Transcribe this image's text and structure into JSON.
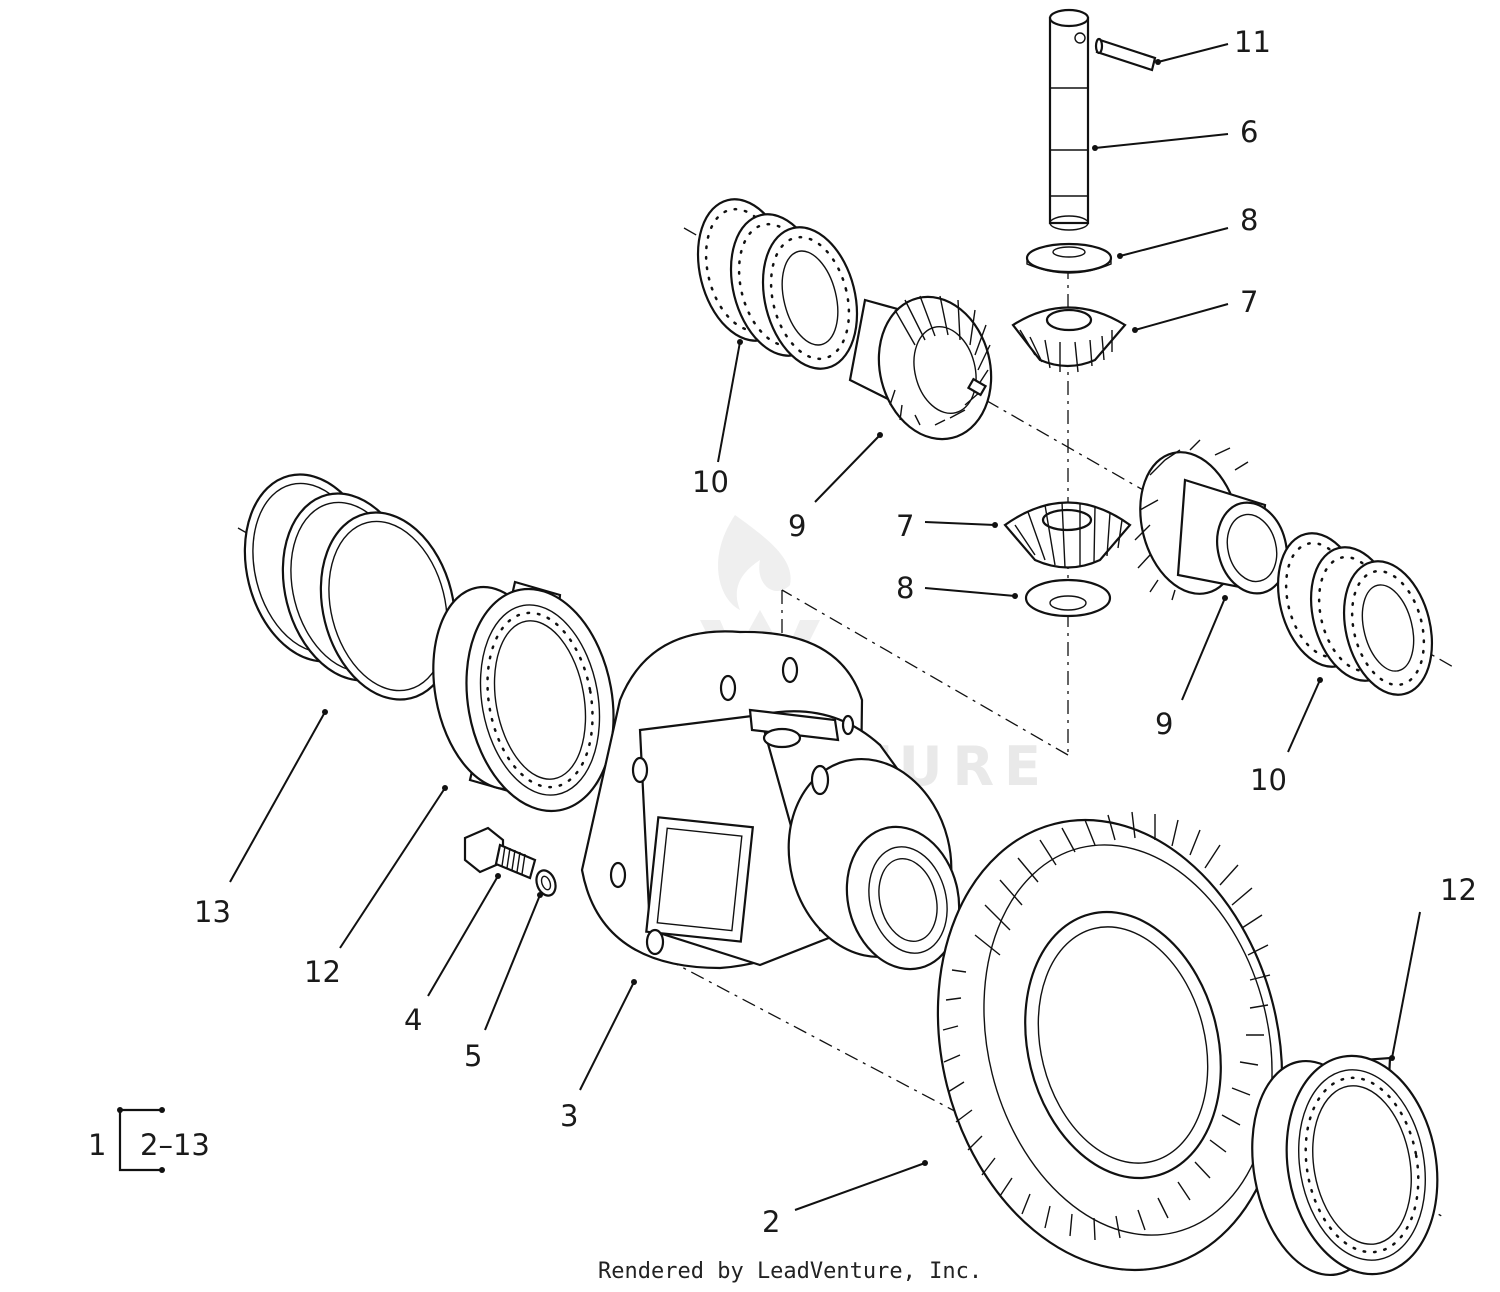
{
  "callouts": [
    {
      "id": "c11a",
      "text": "11"
    },
    {
      "id": "c6",
      "text": "6"
    },
    {
      "id": "c8a",
      "text": "8"
    },
    {
      "id": "c7a",
      "text": "7"
    },
    {
      "id": "c10a",
      "text": "10"
    },
    {
      "id": "c9a",
      "text": "9"
    },
    {
      "id": "c7b",
      "text": "7"
    },
    {
      "id": "c8b",
      "text": "8"
    },
    {
      "id": "c9b",
      "text": "9"
    },
    {
      "id": "c10b",
      "text": "10"
    },
    {
      "id": "c13",
      "text": "13"
    },
    {
      "id": "c12a",
      "text": "12"
    },
    {
      "id": "c4",
      "text": "4"
    },
    {
      "id": "c5",
      "text": "5"
    },
    {
      "id": "c3",
      "text": "3"
    },
    {
      "id": "c12b",
      "text": "12"
    },
    {
      "id": "c2",
      "text": "2"
    }
  ],
  "assembly": {
    "parent": "1",
    "range": "2–13"
  },
  "watermark": "LEADVENTURE",
  "footer": "Rendered by LeadVenture, Inc."
}
